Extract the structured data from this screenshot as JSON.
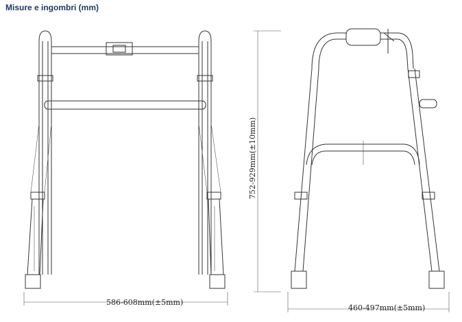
{
  "title": "Misure e ingombri (mm)",
  "dimensions": {
    "front_width": "586-608mm(±5mm)",
    "height": "752-929mm(±10mm)",
    "side_depth": "460-497mm(±5mm)"
  }
}
